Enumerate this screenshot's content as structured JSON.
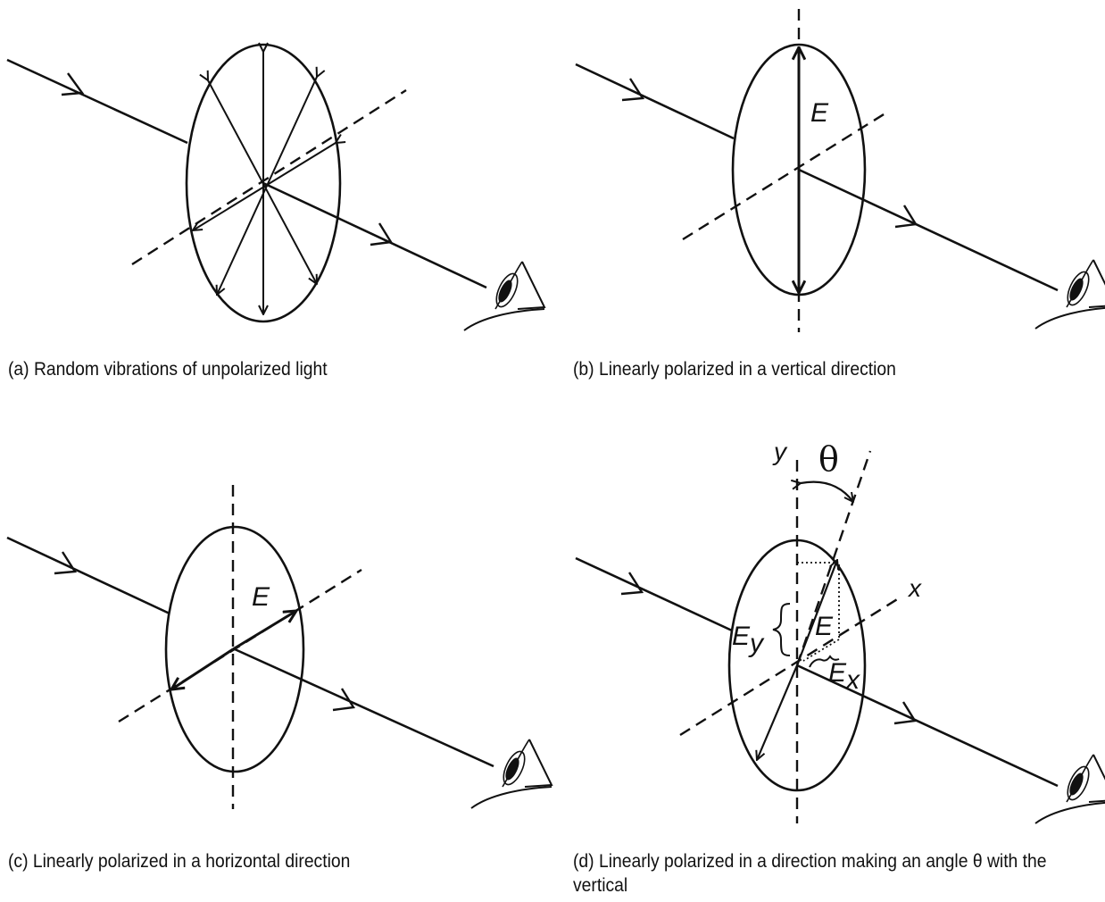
{
  "panels": [
    {
      "id": "a",
      "caption": "(a) Random vibrations of unpolarized light",
      "labels": {}
    },
    {
      "id": "b",
      "caption": "(b) Linearly polarized in a vertical direction",
      "labels": {
        "field": "E"
      }
    },
    {
      "id": "c",
      "caption": "(c) Linearly polarized in a horizontal direction",
      "labels": {
        "field": "E"
      }
    },
    {
      "id": "d",
      "caption": "(d) Linearly polarized in a direction making an angle θ with the vertical",
      "labels": {
        "field": "E",
        "y_axis": "y",
        "x_axis": "x",
        "angle": "θ",
        "component_y": "E",
        "component_y_sub": "y",
        "component_x": "E",
        "component_x_sub": "x"
      }
    }
  ],
  "colors": {
    "line": "#111111",
    "background": "#ffffff"
  }
}
